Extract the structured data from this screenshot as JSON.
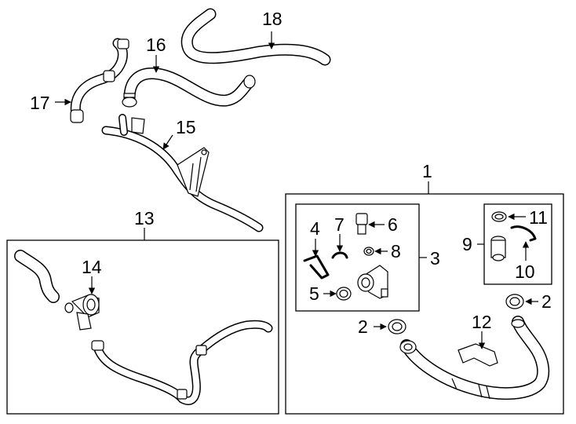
{
  "diagram": {
    "callouts": {
      "c1": "1",
      "c2a": "2",
      "c2b": "2",
      "c3": "3",
      "c4": "4",
      "c5": "5",
      "c6": "6",
      "c7": "7",
      "c8": "8",
      "c9": "9",
      "c10": "10",
      "c11": "11",
      "c12": "12",
      "c13": "13",
      "c14": "14",
      "c15": "15",
      "c16": "16",
      "c17": "17",
      "c18": "18"
    }
  }
}
